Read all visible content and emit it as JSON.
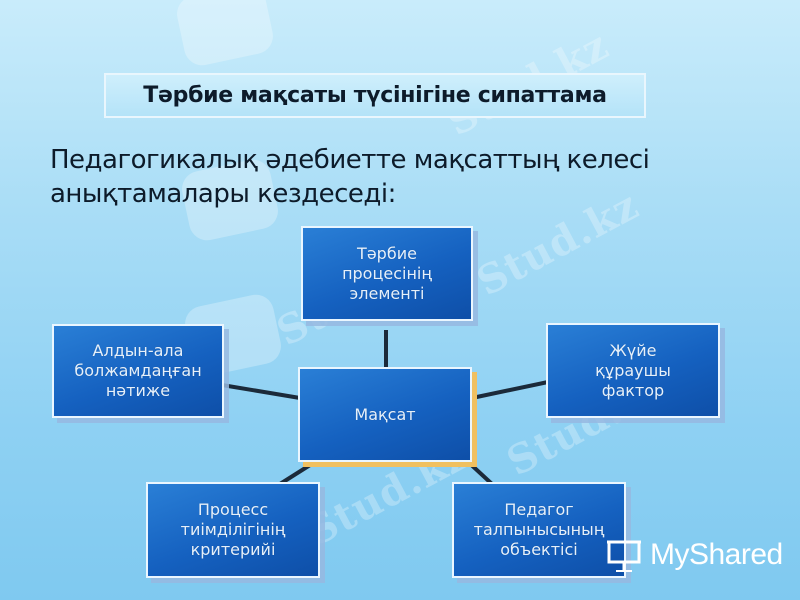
{
  "slide": {
    "title": "Тәрбие мақсаты  түсінігіне сипаттама",
    "intro_lines": [
      "Педагогикалық әдебиетте мақсаттың келесі",
      "анықтамалары кездеседі:"
    ]
  },
  "diagram": {
    "center": "Мақсат",
    "nodes": {
      "top": "Тәрбие\nпроцесінің\nэлементі",
      "left": "Алдын-ала\nболжамдаңған\nнәтиже",
      "right": "Жүйе\nқұраушы\nфактор",
      "bottom_left": "Процесс\nтиімділігінің\nкритерийі",
      "bottom_right": "Педагог\nталпынысының\nобъектісі"
    }
  },
  "branding": {
    "name": "MyShared",
    "watermark": "Stud.kz"
  },
  "colors": {
    "node_fill": "#1561c0",
    "node_border": "#eaf6ff",
    "center_shadow": "#f0c060",
    "connector": "#1b2a3a",
    "background": "#a9ddf6"
  }
}
